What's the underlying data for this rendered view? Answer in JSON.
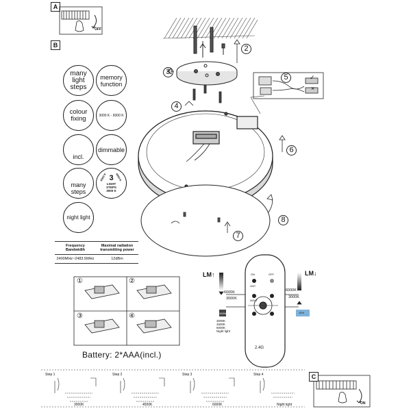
{
  "section_labels": {
    "a": "A",
    "b": "B",
    "c": "C"
  },
  "features": [
    {
      "id": "many-light-steps",
      "text": "many light steps"
    },
    {
      "id": "memory-function",
      "text": "memory function"
    },
    {
      "id": "colour-fixing",
      "text": "colour fixing"
    },
    {
      "id": "kelvin-range",
      "text": "3000 K - 6000 K"
    },
    {
      "id": "remote-incl",
      "text": "incl."
    },
    {
      "id": "dimmable",
      "text": "dimmable"
    },
    {
      "id": "many-steps",
      "text": "many steps"
    },
    {
      "id": "night-light",
      "text": "night light"
    }
  ],
  "light_steps_badge": {
    "number": "3",
    "line1": "LIGHT",
    "line2": "STEPS",
    "k_top_left": "6000 K",
    "k_top_right": "4000 K",
    "k_bottom": "3000 K"
  },
  "freq_table": {
    "header": [
      "Frequency Bandwidth",
      "Maximal radiation transmitting power"
    ],
    "row": [
      "2400MHz~2483.5MHz",
      "12dBm"
    ]
  },
  "battery": {
    "text": "Battery: 2*AAA(incl.)"
  },
  "step_numbers": [
    "①",
    "②",
    "③",
    "④"
  ],
  "install_numbers": [
    "2",
    "3",
    "4",
    "5",
    "6",
    "7",
    "8"
  ],
  "pairing_marks": {
    "check": "✓",
    "cross": "×"
  },
  "remote": {
    "lm_up": "LM",
    "lm_down": "LM",
    "k6000_left": "6000K",
    "k3000_left": "3000K",
    "k6000_right": "6000K",
    "k3000_right": "3000K",
    "pct_100": "100%",
    "pct_10": "10%",
    "list": [
      "3000K",
      "4500K",
      "6000K",
      "Night light"
    ],
    "on": "ON",
    "off": "OFF",
    "unit": "UNIT",
    "night": "NIGHT",
    "freq": "2.4G"
  },
  "bottom_steps": [
    {
      "label": "Step 1",
      "kelvin": "3000K"
    },
    {
      "label": "Step 2",
      "kelvin": "4500K"
    },
    {
      "label": "Step 3",
      "kelvin": "6000K"
    },
    {
      "label": "Step 4",
      "kelvin": "Night light"
    }
  ],
  "switch_labels": {
    "off": "OFF",
    "on": "ON"
  }
}
